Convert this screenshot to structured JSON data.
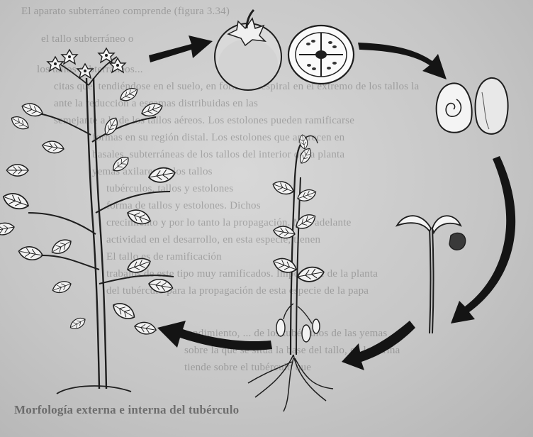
{
  "page": {
    "background_color": "#c9c9c9",
    "ink_color": "#1e1e1e"
  },
  "figure": {
    "description_type": "life-cycle-illustration",
    "stages": [
      {
        "id": "mature-plant",
        "icon": "flowering-potato-plant"
      },
      {
        "id": "fruit",
        "icon": "tomato-berry"
      },
      {
        "id": "fruit-section",
        "icon": "berry-cross-section"
      },
      {
        "id": "seeds",
        "icon": "seed-pair"
      },
      {
        "id": "seedling",
        "icon": "germinating-seedling"
      },
      {
        "id": "young-plant",
        "icon": "young-plant-with-roots"
      }
    ],
    "arrows": [
      {
        "from": "mature-plant",
        "to": "fruit"
      },
      {
        "from": "fruit-section",
        "to": "seeds"
      },
      {
        "from": "seeds",
        "to": "seedling"
      },
      {
        "from": "seedling",
        "to": "young-plant"
      },
      {
        "from": "young-plant",
        "to": "mature-plant"
      }
    ]
  },
  "background_text": {
    "lines": [
      "El aparato subterráneo comprende (figura 3.34)",
      "el tallo subterráneo o",
      "los tallos subterráneos...",
      "citas que, tendiéndose en el suelo, en forma de espiral en el extremo de los tallos la",
      "ante la reducción a escamas distribuidas en las",
      "semejante a la de los tallos aéreos. Los estolones pueden ramificarse",
      "formas en su región distal. Los estolones que aparecen en",
      "basales, subterráneas de los tallos del interior de la planta",
      "yemas axilares de los tallos",
      "tubérculos, tallos y estolones",
      "forma de tallos y estolones. Dichos",
      "crecimiento y por lo tanto la propagación. Más adelante",
      "actividad en el desarrollo, en esta especie, tienen",
      "El tallo es de ramificación",
      "trabajos de este tipo muy ramificados. Importante de la planta",
      "del tubérculo para la propagación de esta especie de la papa",
      "rendimiento, ... de los tubérculos de las yemas",
      "sobre la que se sitúa la base del tallo, en la forma",
      "tiende sobre el tubérculo que",
      "Morfología externa e interna del tubérculo"
    ]
  }
}
